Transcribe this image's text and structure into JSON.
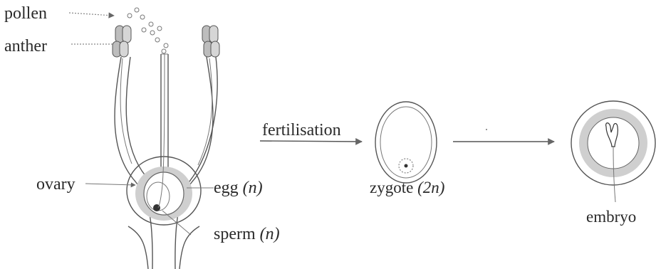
{
  "labels": {
    "pollen": "pollen",
    "anther": "anther",
    "ovary": "ovary",
    "egg": "egg",
    "egg_ploidy": "(n)",
    "sperm": "sperm",
    "sperm_ploidy": "(n)",
    "fertilisation": "fertilisation",
    "zygote": "zygote",
    "zygote_ploidy": "(2n)",
    "embryo": "embryo"
  }
}
